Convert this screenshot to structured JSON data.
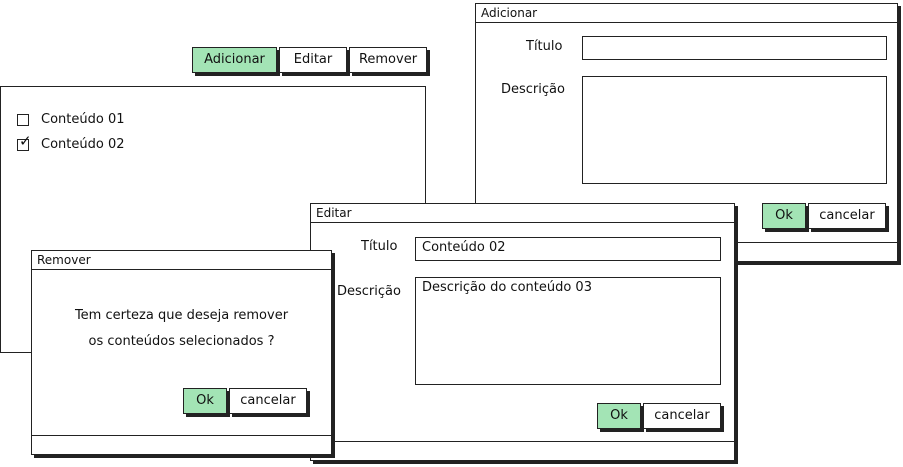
{
  "toolbar": {
    "add_label": "Adicionar",
    "edit_label": "Editar",
    "remove_label": "Remover"
  },
  "list": {
    "items": [
      {
        "label": "Conteúdo 01",
        "checked": false
      },
      {
        "label": "Conteúdo 02",
        "checked": true
      }
    ]
  },
  "add_dialog": {
    "title": "Adicionar",
    "title_label": "Título",
    "title_value": "",
    "description_label": "Descrição",
    "description_value": "",
    "ok_label": "Ok",
    "cancel_label": "cancelar"
  },
  "edit_dialog": {
    "title": "Editar",
    "title_label": "Título",
    "title_value": "Conteúdo 02",
    "description_label": "Descrição",
    "description_value": "Descrição do conteúdo 03",
    "ok_label": "Ok",
    "cancel_label": "cancelar"
  },
  "remove_dialog": {
    "title": "Remover",
    "message_line1": "Tem certeza que deseja remover",
    "message_line2": "os conteúdos selecionados ?",
    "ok_label": "Ok",
    "cancel_label": "cancelar"
  },
  "colors": {
    "primary_button": "#a3e4b5",
    "border": "#222222"
  }
}
